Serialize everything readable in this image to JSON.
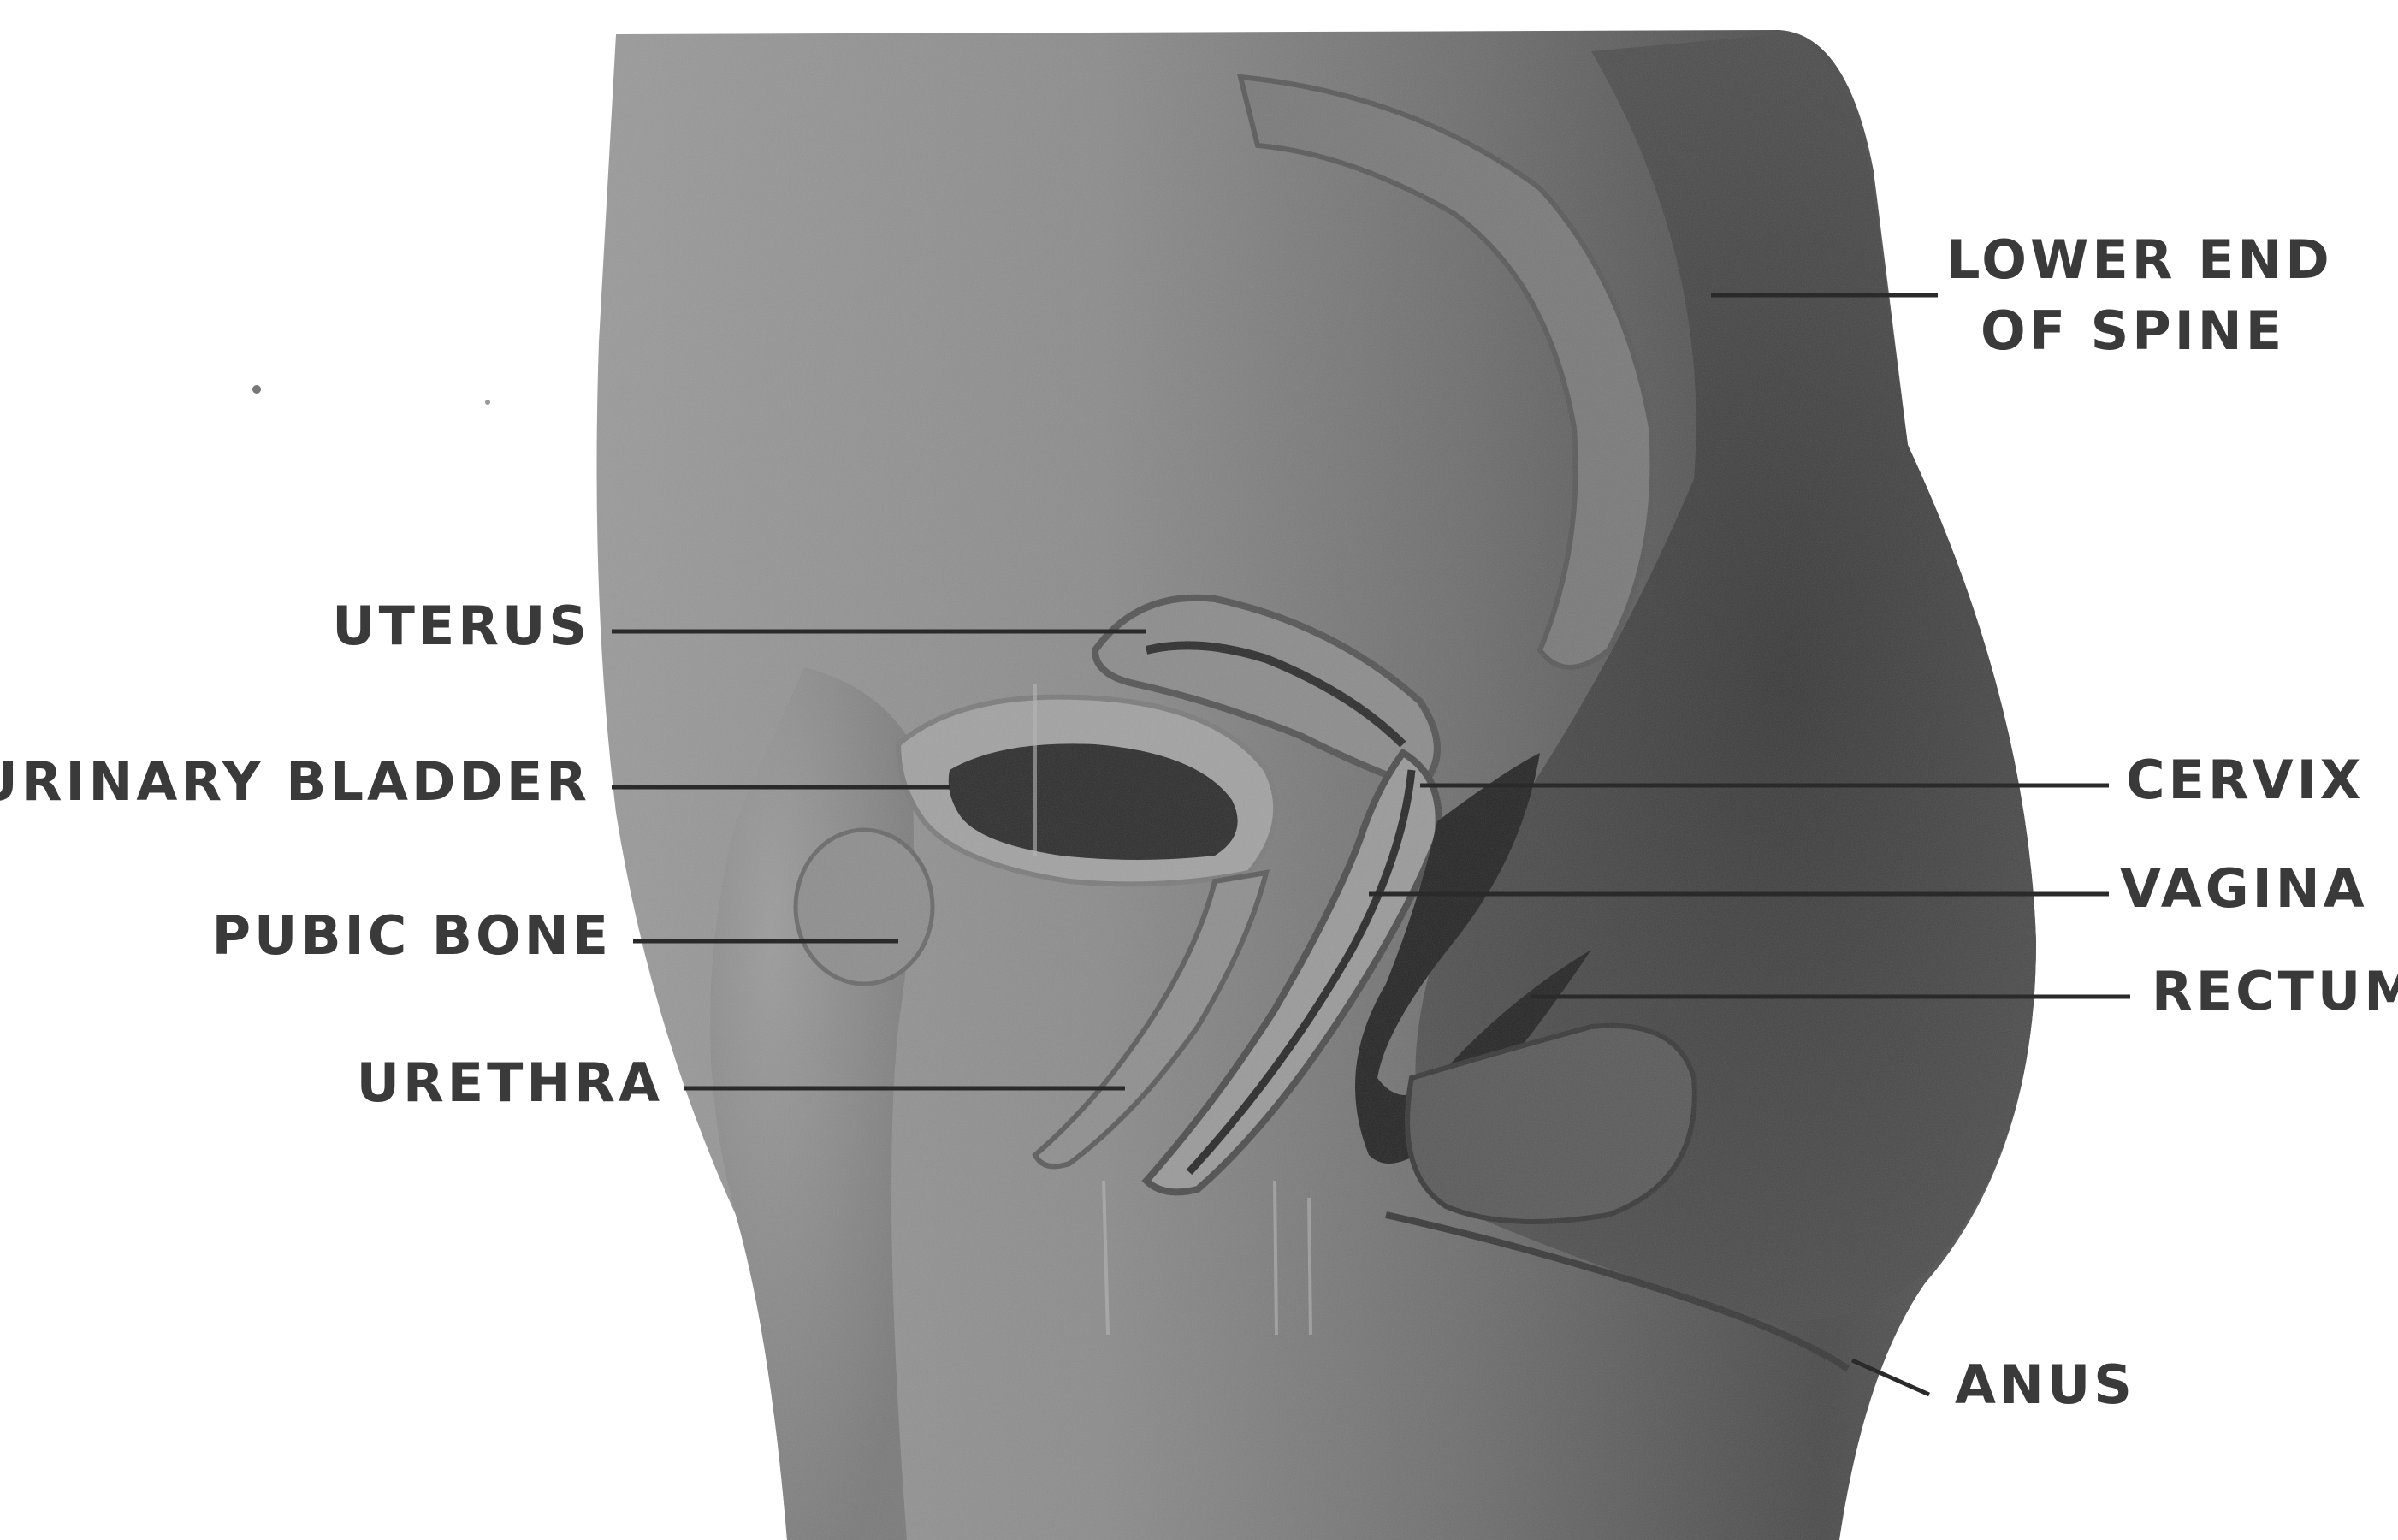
{
  "figure": {
    "labels": {
      "lower_end_of_spine_line1": "LOWER END",
      "lower_end_of_spine_line2": "OF SPINE",
      "uterus": "UTERUS",
      "urinary_bladder": "URINARY BLADDER",
      "cervix": "CERVIX",
      "pubic_bone": "PUBIC BONE",
      "vagina": "VAGINA",
      "rectum": "RECTUM",
      "urethra": "URETHRA",
      "anus": "ANUS"
    },
    "colors": {
      "background": "#ffffff",
      "tissue_light": "#8a8a8a",
      "tissue_mid": "#6e6e6e",
      "tissue_dark": "#3c3c3c",
      "label_text": "#3a3a3a"
    }
  }
}
